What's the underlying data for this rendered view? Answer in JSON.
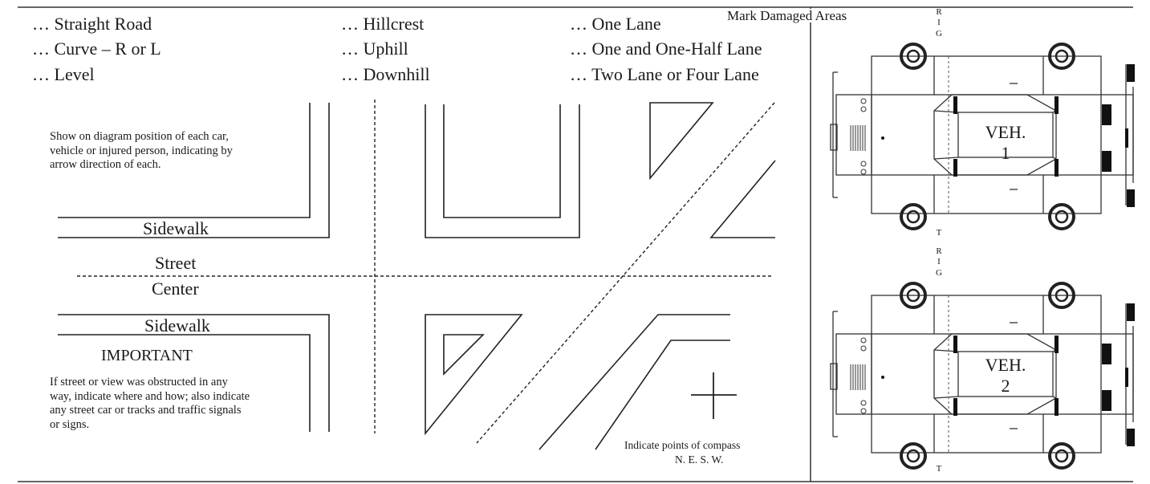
{
  "road_options": {
    "col1": [
      "… Straight Road",
      "… Curve – R or L",
      "… Level"
    ],
    "col2": [
      "… Hillcrest",
      "… Uphill",
      "… Downhill"
    ],
    "col3": [
      "… One Lane",
      "… One and One-Half Lane",
      "… Two Lane or Four Lane"
    ]
  },
  "diagram": {
    "instructions": "Show on diagram position of each car, vehicle or injured person, indicating by arrow direction of each.",
    "sidewalk_top": "Sidewalk",
    "street": "Street",
    "center": "Center",
    "sidewalk_bottom": "Sidewalk",
    "important_heading": "IMPORTANT",
    "important_text": "If street or view was obstructed in any way, indicate where and how; also indicate any street car or tracks and traffic signals or signs.",
    "compass_note_line1": "Indicate points of compass",
    "compass_note_line2": "N. E. S. W."
  },
  "damage": {
    "title": "Mark Damaged Areas",
    "right_top_letters": [
      "R",
      "I",
      "G"
    ],
    "right_bottom_letter": "T",
    "vehicles": [
      {
        "line1": "VEH.",
        "line2": "1"
      },
      {
        "line1": "VEH.",
        "line2": "2"
      }
    ]
  }
}
